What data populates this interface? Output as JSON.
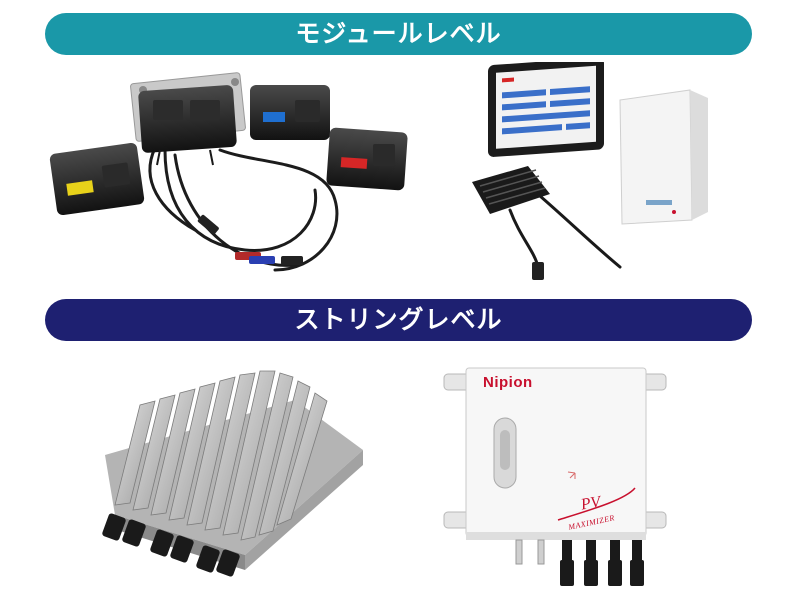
{
  "sections": {
    "module": {
      "heading": "モジュールレベル"
    },
    "string": {
      "heading": "ストリングレベル"
    }
  },
  "string_box": {
    "brand": "Nipion",
    "logo_main": "PV",
    "logo_sub": "MAXIMIZER"
  },
  "colors": {
    "module_banner": "#1a98a8",
    "string_banner": "#1e2071",
    "brand_red": "#c8102e"
  }
}
